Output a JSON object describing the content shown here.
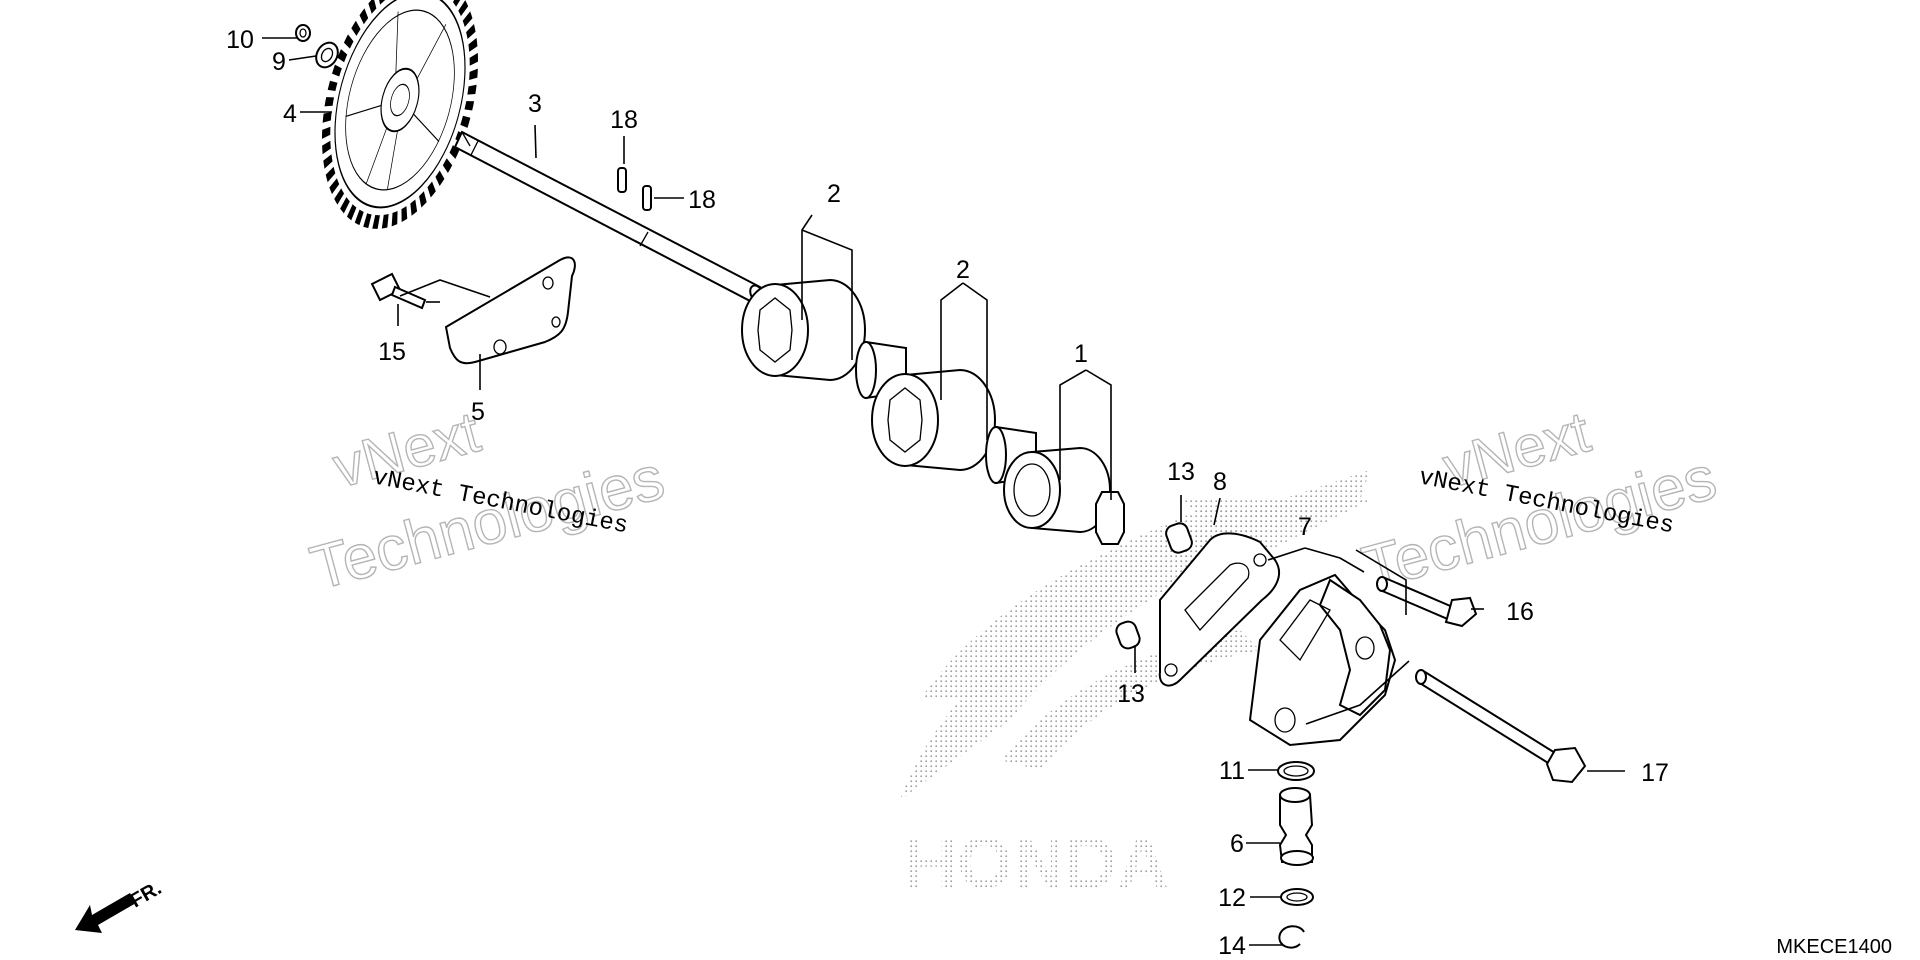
{
  "diagram": {
    "callouts": [
      {
        "id": "c1",
        "text": "1"
      },
      {
        "id": "c2a",
        "text": "2"
      },
      {
        "id": "c2b",
        "text": "2"
      },
      {
        "id": "c3",
        "text": "3"
      },
      {
        "id": "c4",
        "text": "4"
      },
      {
        "id": "c5",
        "text": "5"
      },
      {
        "id": "c6",
        "text": "6"
      },
      {
        "id": "c7",
        "text": "7"
      },
      {
        "id": "c8",
        "text": "8"
      },
      {
        "id": "c9",
        "text": "9"
      },
      {
        "id": "c10",
        "text": "10"
      },
      {
        "id": "c11",
        "text": "11"
      },
      {
        "id": "c12",
        "text": "12"
      },
      {
        "id": "c13a",
        "text": "13"
      },
      {
        "id": "c13b",
        "text": "13"
      },
      {
        "id": "c14",
        "text": "14"
      },
      {
        "id": "c15",
        "text": "15"
      },
      {
        "id": "c16",
        "text": "16"
      },
      {
        "id": "c17",
        "text": "17"
      },
      {
        "id": "c18a",
        "text": "18"
      },
      {
        "id": "c18b",
        "text": "18"
      }
    ],
    "watermarks": {
      "left_line1": "vNext Technologies",
      "left_outline1": "vNext",
      "left_outline2": "Technologies",
      "right_line1": "vNext Technologies",
      "right_outline1": "vNext",
      "right_outline2": "Technologies"
    },
    "background_logo_text": "HONDA",
    "direction_label": "FR.",
    "diagram_code": "MKECE1400"
  }
}
